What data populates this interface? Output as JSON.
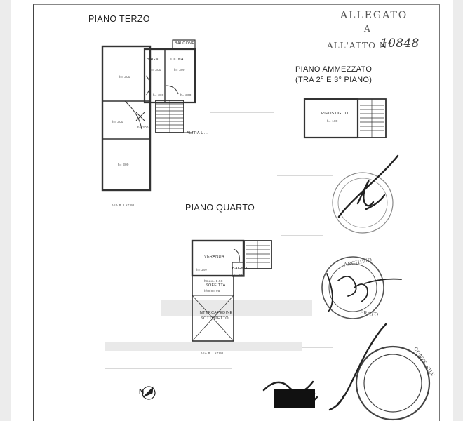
{
  "sections": {
    "third_floor": "PIANO TERZO",
    "mezzanine": "PIANO AMMEZZATO",
    "mezzanine_sub": "(TRA 2° E 3° PIANO)",
    "fourth_floor": "PIANO QUARTO"
  },
  "attachment": {
    "line1": "ALLEGATO",
    "line2": "A",
    "line3": "ALL'ATTO N°",
    "number": "10848"
  },
  "third_floor_rooms": {
    "balcone": "BALCONE",
    "bagno": "BAGNO",
    "cucina": "CUCINA",
    "altra": "ALTRA U.I.",
    "street": "VIA B. LATINI",
    "h1": "h= 300",
    "h2": "h= 300",
    "h3": "h= 300",
    "h4": "h= 300",
    "h5": "h= 300",
    "h6": "h= 300",
    "h7": "h= 300",
    "h8": "h= 300"
  },
  "mezzanine_rooms": {
    "ripostiglio": "RIPOSTIGLIO",
    "h": "h= 180"
  },
  "fourth_floor_rooms": {
    "veranda": "VERANDA",
    "bagno": "BAGNO",
    "soffitta": "SOFFITTA",
    "intercapedine1": "INTERCAPEDINE",
    "intercapedine2": "SOTTOTETTO",
    "street": "VIA B. LATINI",
    "h1": "h= 297",
    "h2": "h= 297",
    "hmax": "hmax= 1.58",
    "hmin": "h/min= 95"
  },
  "north": "N",
  "stamps": {
    "stamp1": "ARCHIVIO",
    "stamp2": "PRATO",
    "stamp3": "CONTE SILV"
  },
  "colors": {
    "ink": "#222222",
    "line": "#3a3a3a",
    "stamp": "#6a6a6a",
    "paper": "#ffffff"
  }
}
